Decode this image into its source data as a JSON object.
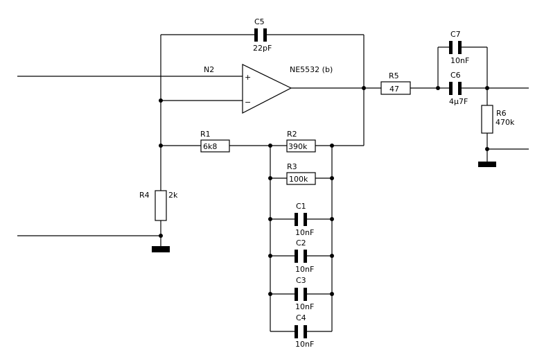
{
  "opamp": {
    "ref": "N2",
    "part": "NE5532 (b)",
    "plus": "+",
    "minus": "−"
  },
  "components": {
    "C5": {
      "ref": "C5",
      "value": "22pF"
    },
    "C7": {
      "ref": "C7",
      "value": "10nF"
    },
    "C6": {
      "ref": "C6",
      "value": "4µ7F"
    },
    "R5": {
      "ref": "R5",
      "value": "47"
    },
    "R6": {
      "ref": "R6",
      "value": "470k"
    },
    "R1": {
      "ref": "R1",
      "value": "6k8"
    },
    "R2": {
      "ref": "R2",
      "value": "390k"
    },
    "R3": {
      "ref": "R3",
      "value": "100k"
    },
    "R4": {
      "ref": "R4",
      "value": "2k"
    },
    "C1": {
      "ref": "C1",
      "value": "10nF"
    },
    "C2": {
      "ref": "C2",
      "value": "10nF"
    },
    "C3": {
      "ref": "C3",
      "value": "10nF"
    },
    "C4": {
      "ref": "C4",
      "value": "10nF"
    }
  }
}
